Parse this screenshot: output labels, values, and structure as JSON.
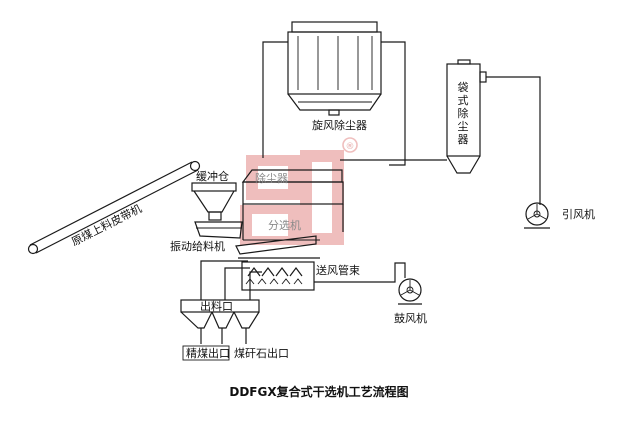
{
  "title": "DDFGX复合式干选机工艺流程图",
  "labels": {
    "cyclone_collector": "旋风除尘器",
    "bag_collector": "袋式除尘器",
    "buffer_bin": "缓冲仓",
    "belt_conveyor": "原煤上料皮带机",
    "vibrating_feeder": "振动给料机",
    "induced_fan": "引风机",
    "air_ducts": "送风管束",
    "blower": "鼓风机",
    "discharge": "出料口",
    "clean_coal_outlet": "精煤出口",
    "gangue_outlet": "煤矸石出口"
  },
  "watermark": {
    "dust_collector_text": "除尘器",
    "separator_text": "分选机",
    "registered_mark": "®"
  }
}
